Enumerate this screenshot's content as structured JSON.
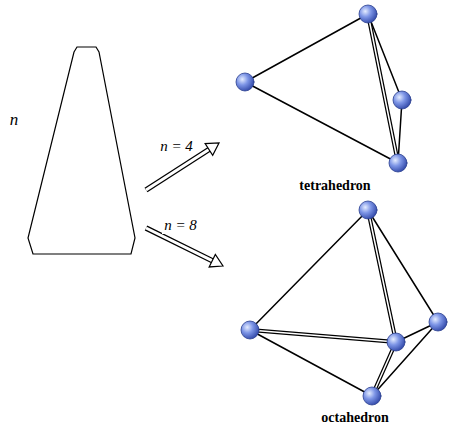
{
  "diagram": {
    "nodes": [
      {
        "text": [
          "n"
        ]
      },
      {
        "text": [
          "tetrahedron"
        ]
      },
      {
        "text": [
          "octahedron"
        ]
      }
    ],
    "edges": [
      {
        "from": 0,
        "to": 1,
        "arrow": "to",
        "label": "n = 4"
      },
      {
        "from": 0,
        "to": 2,
        "arrow": "to",
        "label": "n = 8"
      }
    ]
  }
}
